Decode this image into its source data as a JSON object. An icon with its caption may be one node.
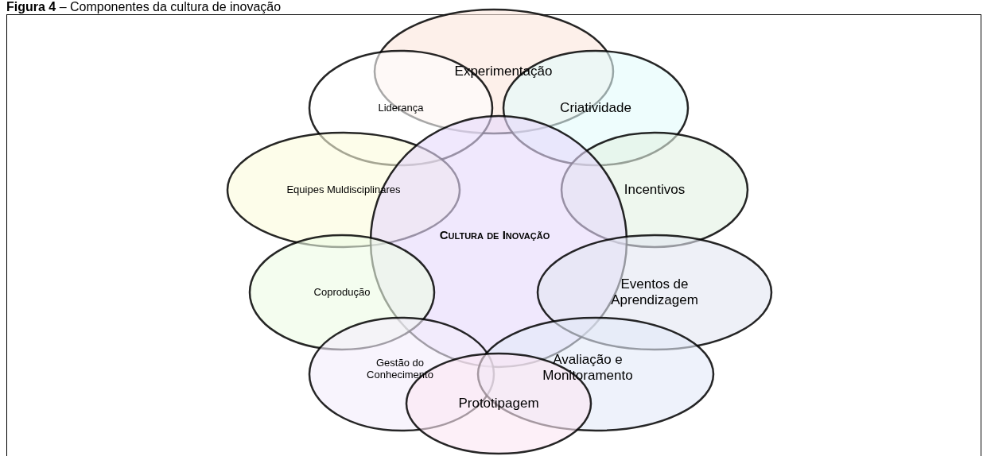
{
  "diagram": {
    "title": "**Figura 4** – Componentes da cultura de inovação",
    "nodes": [
      {
        "text": [
          "Experimentação"
        ]
      },
      {
        "text": [
          "Liderança"
        ]
      },
      {
        "text": [
          "Criatividade"
        ]
      },
      {
        "text": [
          "Equipes Muldisciplinares"
        ]
      },
      {
        "text": [
          "Incentivos"
        ]
      },
      {
        "text": [
          "Cultura de Inovação"
        ]
      },
      {
        "text": [
          "Eventos de Aprendizagem"
        ]
      },
      {
        "text": [
          "Coprodução"
        ]
      },
      {
        "text": [
          "Gestão do Conhecimento"
        ]
      },
      {
        "text": [
          "Avaliação e Monitoramento"
        ]
      },
      {
        "text": [
          "Prototipagem"
        ]
      }
    ]
  }
}
